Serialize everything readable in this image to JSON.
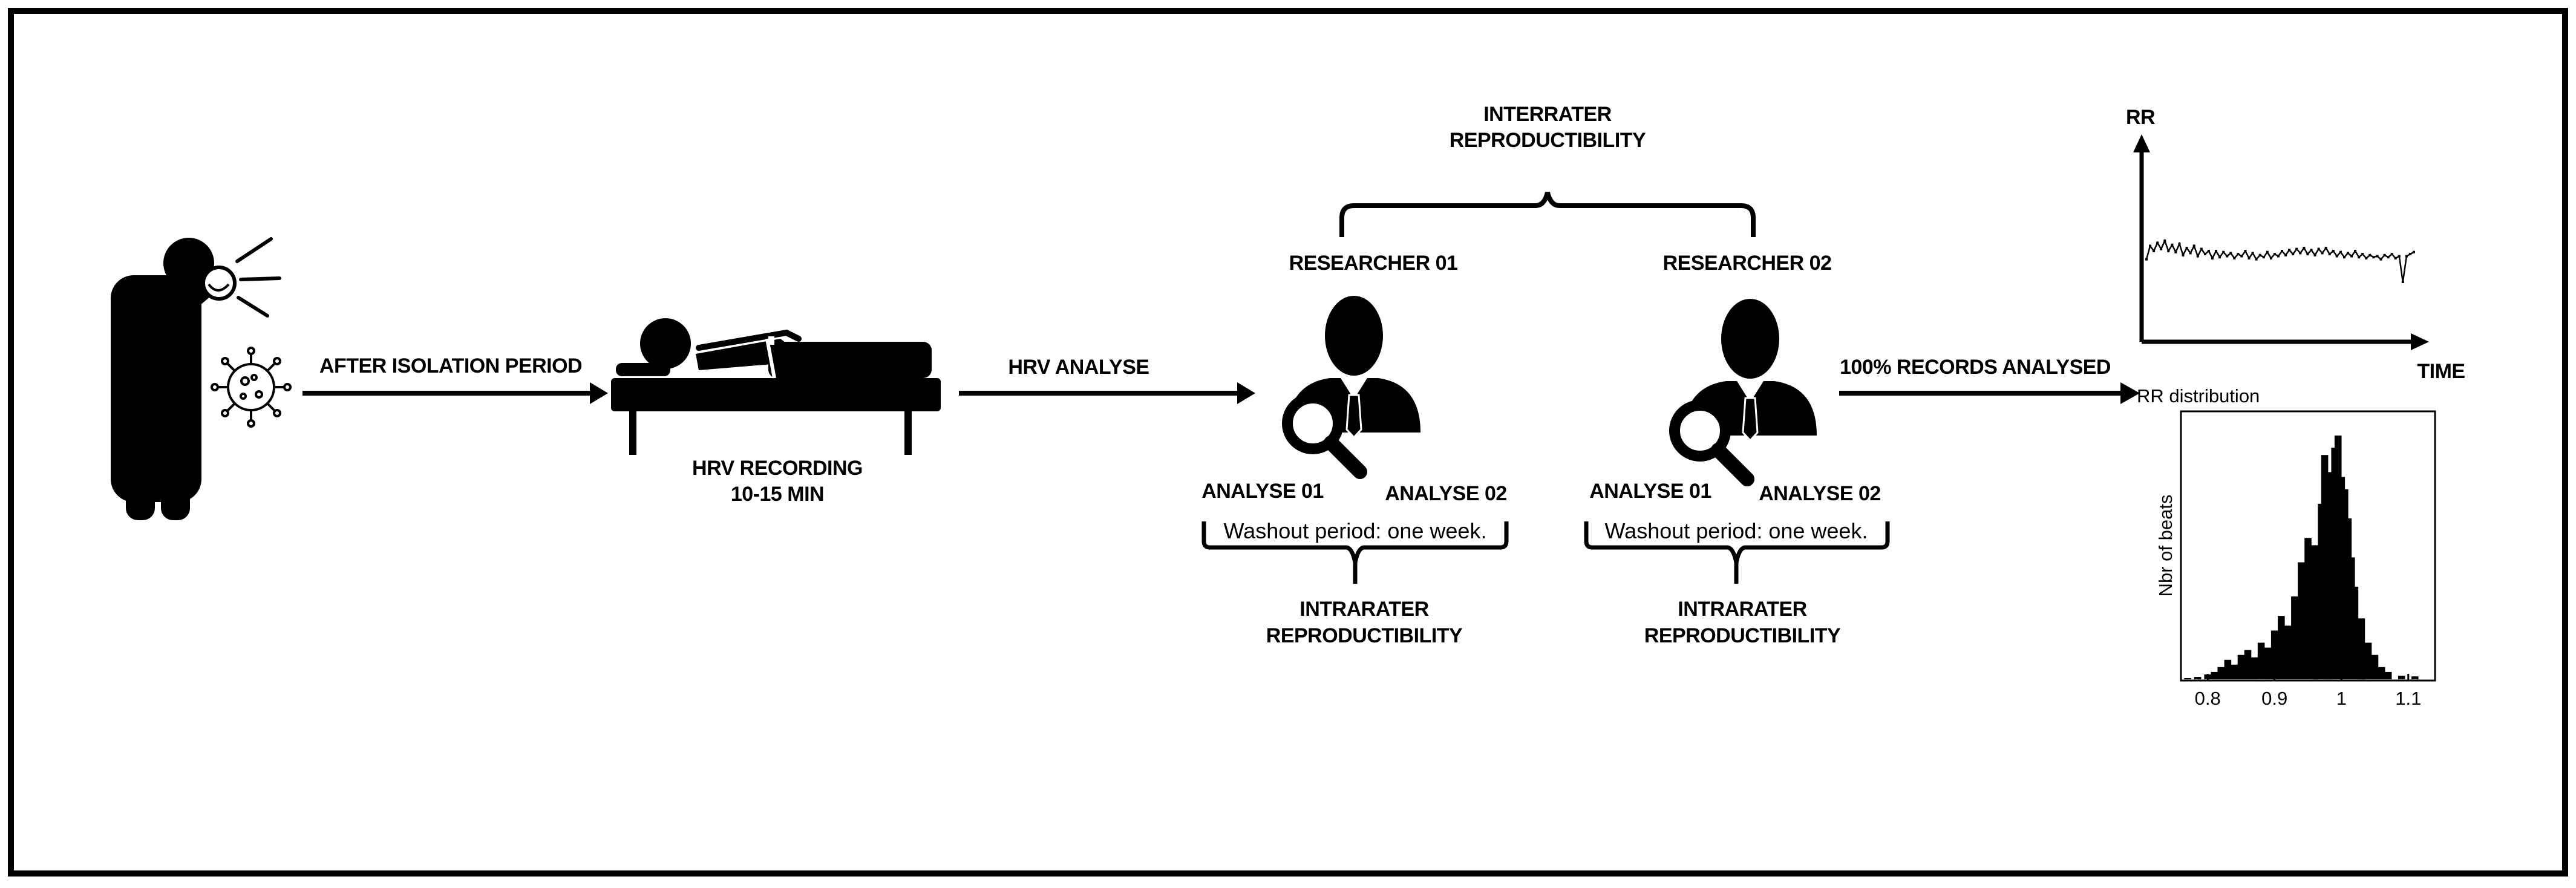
{
  "labels": {
    "after_isolation": "AFTER ISOLATION PERIOD",
    "hrv_recording_1": "HRV RECORDING",
    "hrv_recording_2": "10-15 MIN",
    "hrv_analyse": "HRV ANALYSE",
    "interrater_1": "INTERRATER",
    "interrater_2": "REPRODUCTIBILITY",
    "researcher_01": "RESEARCHER 01",
    "researcher_02": "RESEARCHER 02",
    "r1_analyse_01": "ANALYSE 01",
    "r1_analyse_02": "ANALYSE 02",
    "r2_analyse_01": "ANALYSE 01",
    "r2_analyse_02": "ANALYSE 02",
    "r1_washout": "Washout period: one week.",
    "r2_washout": "Washout period: one week.",
    "r1_intrarater_1": "INTRARATER",
    "r1_intrarater_2": "REPRODUCTIBILITY",
    "r2_intrarater_1": "INTRARATER",
    "r2_intrarater_2": "REPRODUCTIBILITY",
    "records_analysed": "100% RECORDS ANALYSED"
  },
  "icons": [
    "sick-person-icon",
    "virus-icon",
    "patient-in-bed-icon",
    "researcher-icon",
    "magnifier-icon"
  ],
  "chart_data": [
    {
      "type": "line",
      "title": "",
      "ylabel": "RR",
      "xlabel": "TIME",
      "series": [
        {
          "values": [
            0.42,
            0.55,
            0.5,
            0.58,
            0.52,
            0.6,
            0.5,
            0.56,
            0.49,
            0.57,
            0.46,
            0.53,
            0.48,
            0.55,
            0.45,
            0.52,
            0.47,
            0.5,
            0.43,
            0.5,
            0.44,
            0.49,
            0.45,
            0.48,
            0.43,
            0.47,
            0.45,
            0.5,
            0.43,
            0.48,
            0.42,
            0.46,
            0.44,
            0.49,
            0.43,
            0.47,
            0.45,
            0.5,
            0.46,
            0.51,
            0.47,
            0.52,
            0.48,
            0.53,
            0.47,
            0.51,
            0.46,
            0.52,
            0.48,
            0.53,
            0.47,
            0.5,
            0.45,
            0.49,
            0.44,
            0.48,
            0.45,
            0.5,
            0.44,
            0.47,
            0.43,
            0.46,
            0.44,
            0.45,
            0.42,
            0.46,
            0.44,
            0.47,
            0.43,
            0.45,
            0.2,
            0.45,
            0.47,
            0.49
          ]
        }
      ]
    },
    {
      "type": "bar",
      "title": "RR distribution",
      "ylabel": "Nbr of beats",
      "xlabel": "",
      "x_ticks": [
        "0.8",
        "0.9",
        "1",
        "1.1"
      ],
      "xlim": [
        0.76,
        1.14
      ],
      "bins": [
        [
          0.77,
          0.005
        ],
        [
          0.785,
          0.01
        ],
        [
          0.8,
          0.02
        ],
        [
          0.81,
          0.03
        ],
        [
          0.82,
          0.05
        ],
        [
          0.83,
          0.08
        ],
        [
          0.84,
          0.06
        ],
        [
          0.85,
          0.1
        ],
        [
          0.86,
          0.12
        ],
        [
          0.87,
          0.09
        ],
        [
          0.88,
          0.15
        ],
        [
          0.89,
          0.13
        ],
        [
          0.9,
          0.2
        ],
        [
          0.91,
          0.26
        ],
        [
          0.92,
          0.22
        ],
        [
          0.93,
          0.34
        ],
        [
          0.94,
          0.48
        ],
        [
          0.95,
          0.58
        ],
        [
          0.96,
          0.55
        ],
        [
          0.97,
          0.72
        ],
        [
          0.975,
          0.92
        ],
        [
          0.98,
          0.85
        ],
        [
          0.985,
          0.74
        ],
        [
          0.99,
          0.95
        ],
        [
          0.995,
          1.0
        ],
        [
          1.0,
          0.83
        ],
        [
          1.005,
          0.78
        ],
        [
          1.01,
          0.66
        ],
        [
          1.015,
          0.5
        ],
        [
          1.02,
          0.38
        ],
        [
          1.03,
          0.25
        ],
        [
          1.04,
          0.15
        ],
        [
          1.05,
          0.1
        ],
        [
          1.06,
          0.05
        ],
        [
          1.07,
          0.03
        ],
        [
          1.09,
          0.015
        ],
        [
          1.11,
          0.012
        ]
      ]
    }
  ]
}
